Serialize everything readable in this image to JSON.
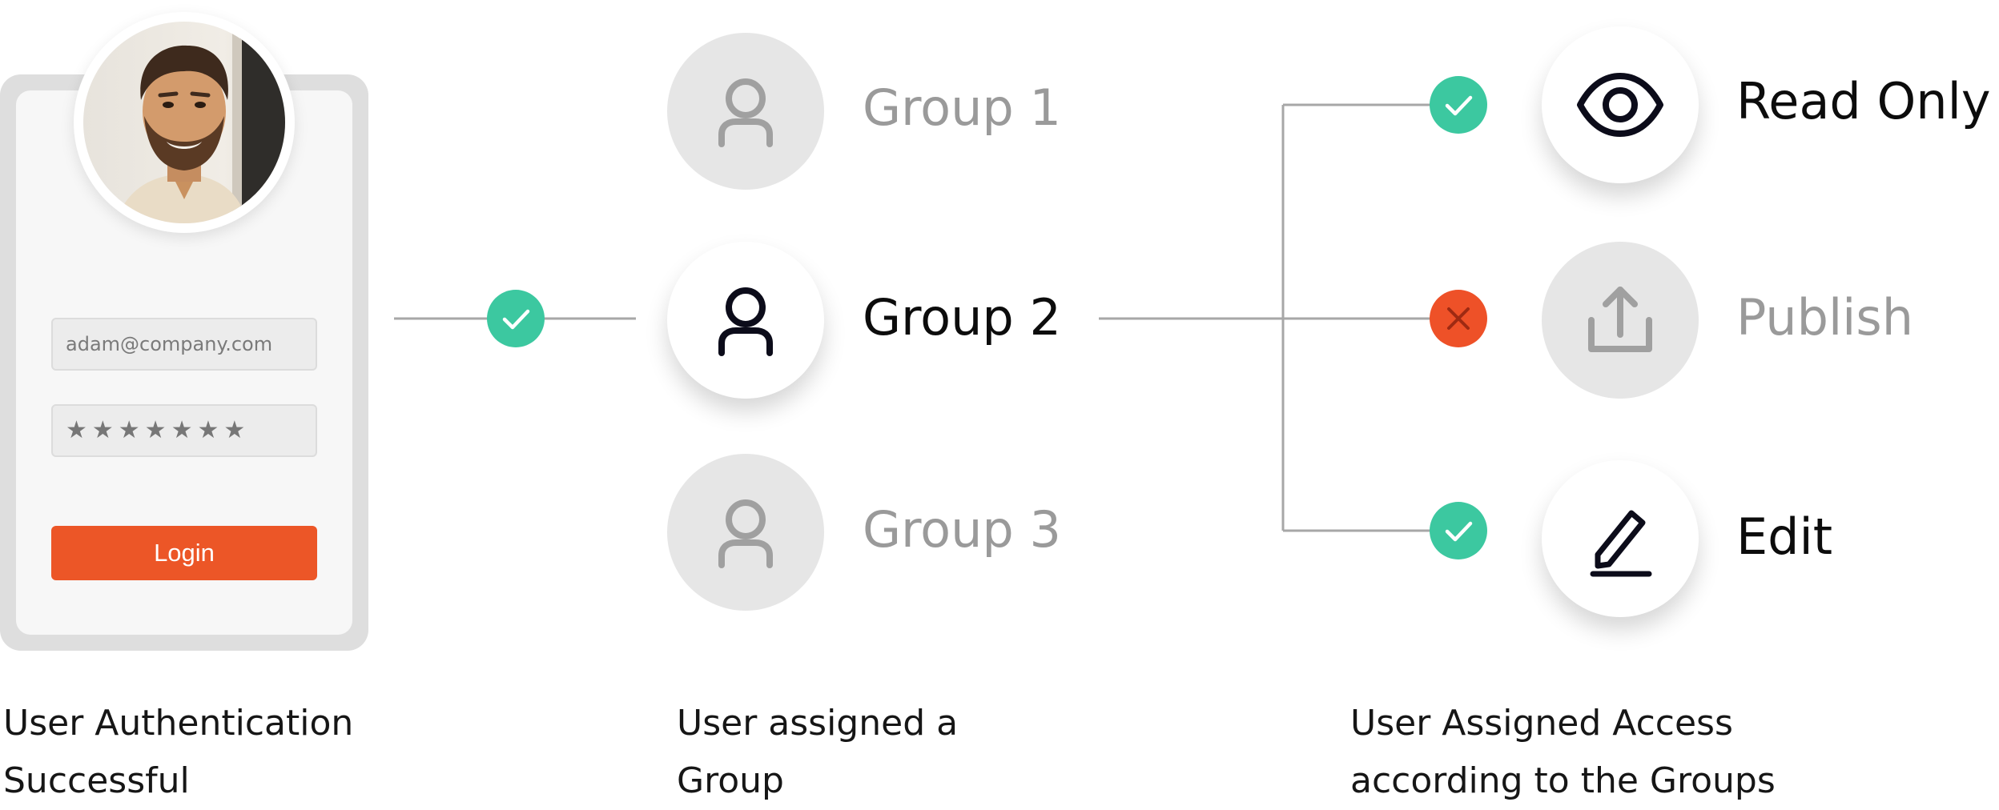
{
  "login": {
    "email": "adam@company.com",
    "password_mask": "★★★★★★★",
    "login_label": "Login"
  },
  "groups": [
    {
      "label": "Group 1",
      "state": "inactive"
    },
    {
      "label": "Group 2",
      "state": "active"
    },
    {
      "label": "Group 3",
      "state": "inactive"
    }
  ],
  "access": [
    {
      "label": "Read Only",
      "icon": "eye-icon",
      "granted": true
    },
    {
      "label": "Publish",
      "icon": "upload-icon",
      "granted": false
    },
    {
      "label": "Edit",
      "icon": "pencil-icon",
      "granted": true
    }
  ],
  "captions": {
    "auth_line1": "User Authentication",
    "auth_line2": "Successful",
    "group_line1": "User assigned a",
    "group_line2": "Group",
    "access_line1": "User Assigned Access",
    "access_line2": "according to the Groups"
  },
  "colors": {
    "accent": "#ec5627",
    "success": "#3cc8a0",
    "denied": "#ee5128",
    "muted": "#9a9a9a"
  }
}
